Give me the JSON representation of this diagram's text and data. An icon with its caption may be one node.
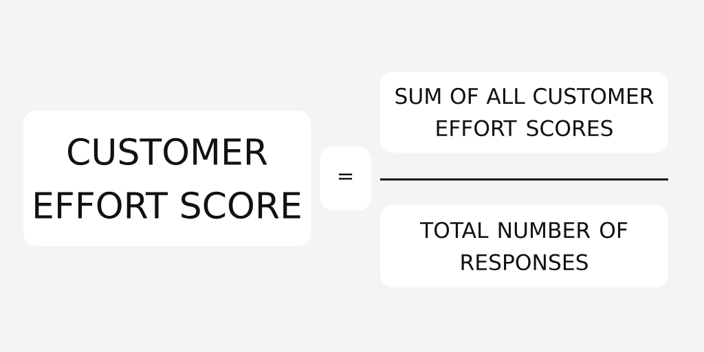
{
  "diagram": {
    "nodes": [
      {
        "text": [
          "CUSTOMER EFFORT SCORE"
        ]
      },
      {
        "text": [
          "="
        ]
      },
      {
        "text": [
          "SUM OF ALL CUSTOMER EFFORT SCORES"
        ]
      },
      {
        "text": [
          "TOTAL NUMBER OF RESPONSES"
        ]
      }
    ]
  }
}
